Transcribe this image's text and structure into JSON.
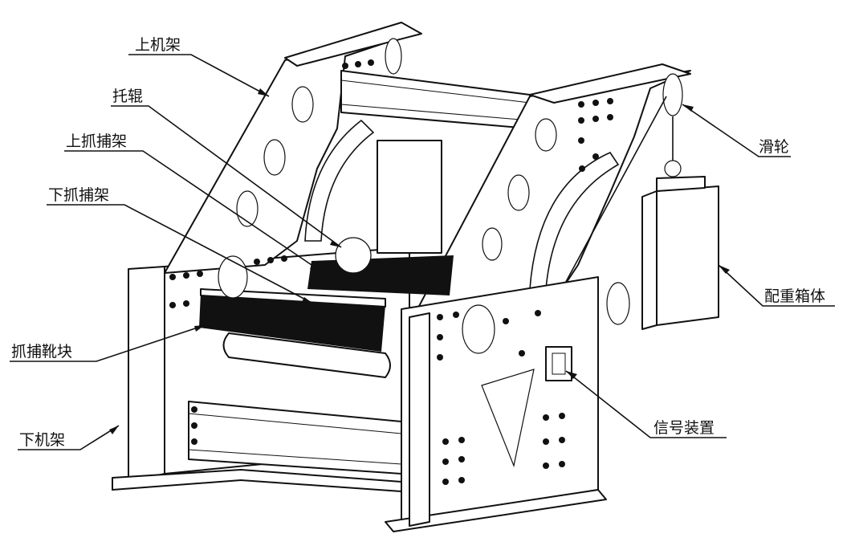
{
  "labels": {
    "upper_frame": "上机架",
    "idler_roller": "托辊",
    "upper_catch_frame": "上抓捕架",
    "lower_catch_frame": "下抓捕架",
    "catch_shoe_block": "抓捕靴块",
    "lower_frame": "下机架",
    "pulley": "滑轮",
    "counterweight_box": "配重箱体",
    "signal_device": "信号装置"
  }
}
